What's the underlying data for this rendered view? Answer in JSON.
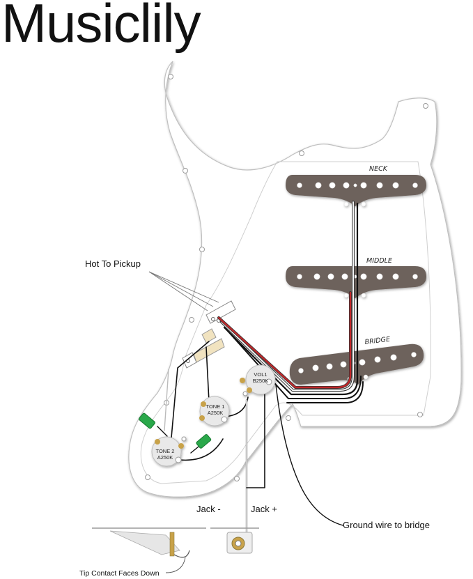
{
  "brand": "Musiclily",
  "pickups": {
    "neck": "NECK",
    "middle": "MIDDLE",
    "bridge": "BRIDGE"
  },
  "pots": {
    "vol": {
      "line1": "VOL1",
      "line2": "B250K"
    },
    "tone1": {
      "line1": "TONE 1",
      "line2": "A250K"
    },
    "tone2": {
      "line1": "TONE 2",
      "line2": "A250K"
    }
  },
  "labels": {
    "hot_to_pickup": "Hot To Pickup",
    "jack_minus": "Jack -",
    "jack_plus": "Jack +",
    "ground_wire": "Ground wire to bridge",
    "tip_contact": "Tip Contact Faces Down"
  },
  "colors": {
    "pickguard": "#ffffff",
    "pickup_cover": "#6d625c",
    "wire_red": "#c0282b",
    "wire_black": "#111111",
    "wire_white": "#f4f4f4",
    "capacitor": "#2aa84a",
    "lug_gold": "#c8a24a"
  }
}
